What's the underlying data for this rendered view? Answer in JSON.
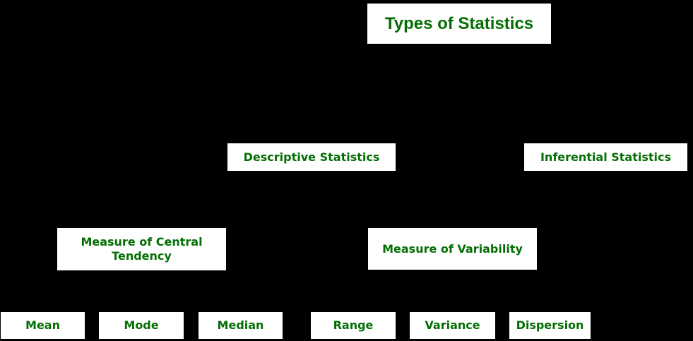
{
  "diagram": {
    "title": "Types of Statistics",
    "colors": {
      "background": "#000000",
      "box_background": "#ffffff",
      "text": "#046e04"
    },
    "level2": {
      "descriptive": "Descriptive Statistics",
      "inferential": "Inferential Statistics"
    },
    "level3": {
      "central_tendency": "Measure of Central Tendency",
      "variability": "Measure of Variability"
    },
    "level4": {
      "mean": "Mean",
      "mode": "Mode",
      "median": "Median",
      "range": "Range",
      "variance": "Variance",
      "dispersion": "Dispersion"
    }
  }
}
